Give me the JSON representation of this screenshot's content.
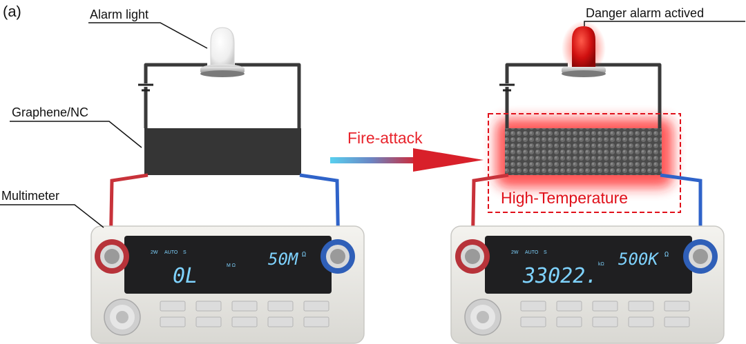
{
  "panel_label": "(a)",
  "labels": {
    "alarm_light": "Alarm light",
    "graphene": "Graphene/NC",
    "multimeter": "Multimeter",
    "danger_alarm": "Danger alarm actived",
    "fire_attack": "Fire-attack",
    "high_temperature": "High-Temperature"
  },
  "meter_left": {
    "mode_1": "2W",
    "mode_2": "AUTO",
    "mode_3": "S",
    "reading": "0L",
    "range": "50M",
    "range_unit": "Ω",
    "mid_mark": "M Ω"
  },
  "meter_right": {
    "mode_1": "2W",
    "mode_2": "AUTO",
    "mode_3": "S",
    "reading": "33022.",
    "reading_unit": "kΩ",
    "range": "500K",
    "range_unit": "Ω"
  },
  "colors": {
    "wire": "#3a3a3a",
    "probe_red": "#c8323a",
    "probe_blue": "#2f63c9",
    "fire_text": "#e8242c",
    "danger_red": "#e0101a",
    "arrow_start": "#4ec8e8",
    "arrow_end": "#d8202a",
    "lcd": "#7fd3ff",
    "device_body": "#e9e8e4"
  }
}
